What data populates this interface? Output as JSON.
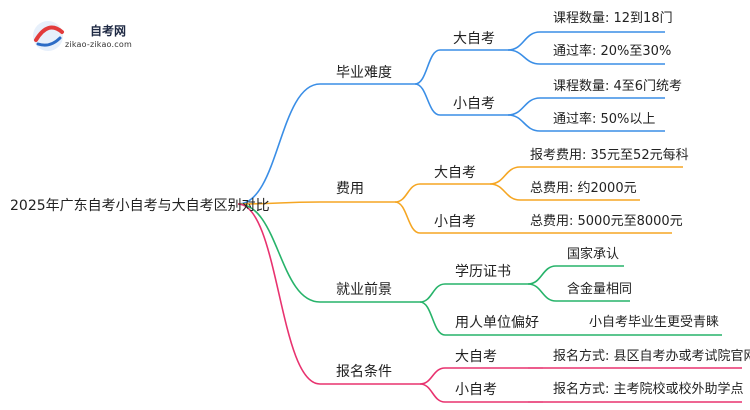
{
  "logo": {
    "title": "自考网",
    "url": "zikao-zikao.com"
  },
  "root": "2025年广东自考小自考与大自考区别对比",
  "colors": {
    "blue": "#3a8ee6",
    "orange": "#f5a623",
    "green": "#27b36a",
    "pink": "#e8326f"
  },
  "branches": [
    {
      "label": "毕业难度",
      "children": [
        {
          "label": "大自考",
          "leaves": [
            "课程数量: 12到18门",
            "通过率: 20%至30%"
          ]
        },
        {
          "label": "小自考",
          "leaves": [
            "课程数量: 4至6门统考",
            "通过率: 50%以上"
          ]
        }
      ]
    },
    {
      "label": "费用",
      "children": [
        {
          "label": "大自考",
          "leaves": [
            "报考费用: 35元至52元每科",
            "总费用: 约2000元"
          ]
        },
        {
          "label": "小自考",
          "leaves": [
            "总费用: 5000元至8000元"
          ]
        }
      ]
    },
    {
      "label": "就业前景",
      "children": [
        {
          "label": "学历证书",
          "leaves": [
            "国家承认",
            "含金量相同"
          ]
        },
        {
          "label": "用人单位偏好",
          "leaves": [
            "小自考毕业生更受青睐"
          ]
        }
      ]
    },
    {
      "label": "报名条件",
      "children": [
        {
          "label": "大自考",
          "leaves": [
            "报名方式: 县区自考办或考试院官网"
          ]
        },
        {
          "label": "小自考",
          "leaves": [
            "报名方式: 主考院校或校外助学点"
          ]
        }
      ]
    }
  ]
}
